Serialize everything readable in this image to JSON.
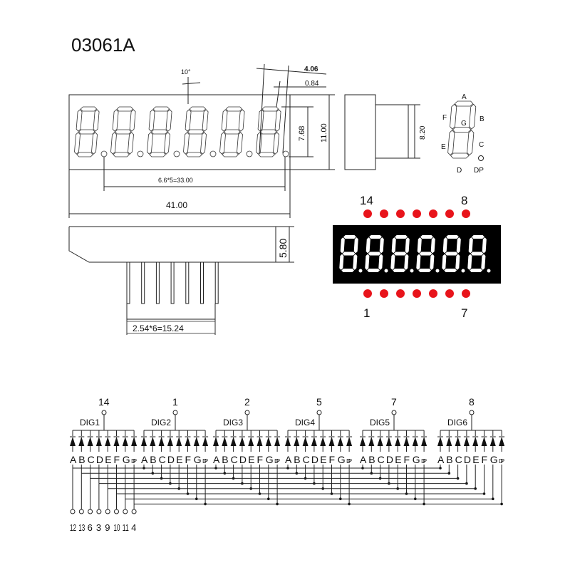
{
  "title": "03061A",
  "front_view": {
    "angle_label": "10°",
    "dim_4_06": "4.06",
    "dim_0_84": "0.84",
    "dim_7_68": "7.68",
    "dim_11_00": "11.00",
    "dim_pitch": "6.6*5=33.00",
    "dim_width": "41.00",
    "digits": 6
  },
  "side_view": {
    "dim_8_20": "8.20"
  },
  "segment_legend": {
    "A": "A",
    "B": "B",
    "C": "C",
    "D": "D",
    "E": "E",
    "F": "F",
    "G": "G",
    "DP": "DP"
  },
  "bottom_view": {
    "dim_5_80": "5.80",
    "dim_pins": "2.54*6=15.24",
    "pins": 7
  },
  "photo": {
    "top_left_label": "14",
    "top_right_label": "8",
    "bottom_left_label": "1",
    "bottom_right_label": "7",
    "led_color": "#e8141b",
    "digit_color": "#ffffff",
    "body_color": "#000000"
  },
  "schematic": {
    "digits": [
      {
        "label": "DIG1",
        "pin": "14"
      },
      {
        "label": "DIG2",
        "pin": "1"
      },
      {
        "label": "DIG3",
        "pin": "2"
      },
      {
        "label": "DIG4",
        "pin": "5"
      },
      {
        "label": "DIG5",
        "pin": "7"
      },
      {
        "label": "DIG6",
        "pin": "8"
      }
    ],
    "segments": [
      "A",
      "B",
      "C",
      "D",
      "E",
      "F",
      "G",
      "DP"
    ],
    "segment_pins": [
      "12",
      "13",
      "6",
      "3",
      "9",
      "10",
      "11",
      "4"
    ]
  }
}
